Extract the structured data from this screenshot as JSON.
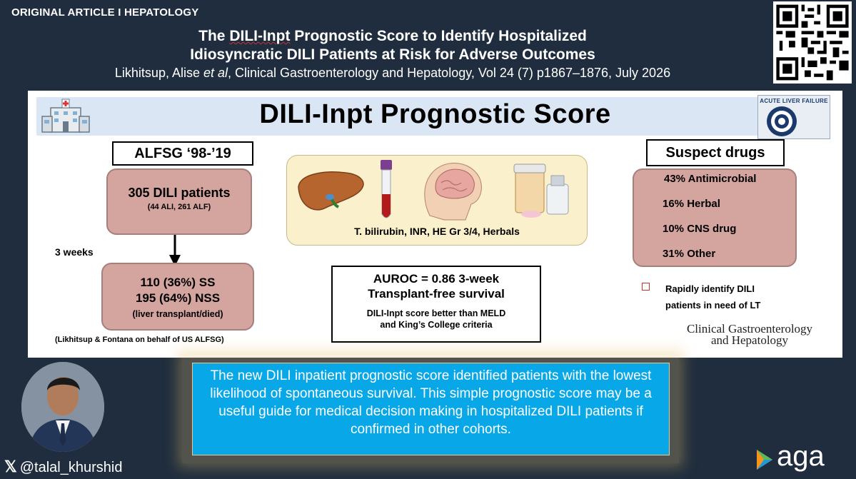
{
  "header": {
    "article_type": "ORIGINAL ARTICLE I  HEPATOLOGY",
    "title_prefix": "The ",
    "title_underlined": "DILI-Inpt",
    "title_line1_rest": " Prognostic Score to Identify Hospitalized",
    "title_line2": "Idiosyncratic DILI Patients at Risk for Adverse Outcomes",
    "citation_authors": "Likhitsup, Alise ",
    "citation_etal": "et al",
    "citation_rest": ", Clinical Gastroenterology and Hepatology, Vol 24 (7) p1867–1876, July 2026"
  },
  "panel": {
    "title": "DILI-Inpt Prognostic Score",
    "logo_text": "ACUTE LIVER FAILURE",
    "alfsg_label": "ALFSG ‘98-’19",
    "cohort_main": "305 DILI patients",
    "cohort_sub": "(44 ALI, 261 ALF)",
    "weeks_label": "3 weeks",
    "outcome_line1": "110 (36%) SS",
    "outcome_line2": "195 (64%) NSS",
    "outcome_line3": "(liver transplant/died)",
    "attribution": "(Likhitsup & Fontana on behalf of US ALFSG)",
    "predictors": "T. bilirubin, INR, HE Gr 3/4, Herbals",
    "auroc_line1": "AUROC = 0.86 3-week",
    "auroc_line2": "Transplant-free survival",
    "auroc_note1": "DILI-Inpt score better than MELD",
    "auroc_note2": "and King’s College criteria",
    "suspect_drugs_label": "Suspect drugs",
    "drugs": [
      "43% Antimicrobial",
      "16% Herbal",
      "10% CNS drug",
      "31% Other"
    ],
    "bullet_line1": "Rapidly identify DILI",
    "bullet_line2": "patients in need of LT",
    "journal_line1": "Clinical Gastroenterology",
    "journal_line2": "and Hepatology"
  },
  "summary": "The new DILI inpatient prognostic score identified patients with the lowest likelihood of spontaneous survival. This simple prognostic score may be a useful guide for medical decision making in hospitalized DILI patients if confirmed in other cohorts.",
  "footer": {
    "x_glyph": "𝕏",
    "handle": "@talal_khurshid",
    "aga_logo": "aga"
  },
  "colors": {
    "background": "#1f2d3e",
    "pink_box": "#d4a49f",
    "predictor_box": "#fbf0cc",
    "summary_box": "#07a7e8"
  }
}
